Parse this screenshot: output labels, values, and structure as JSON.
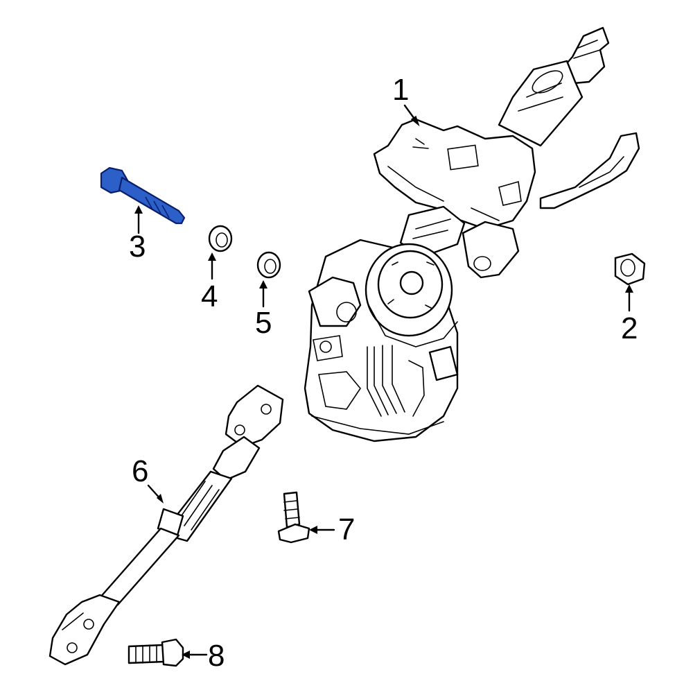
{
  "callouts": [
    {
      "id": "1",
      "label": "1"
    },
    {
      "id": "2",
      "label": "2"
    },
    {
      "id": "3",
      "label": "3"
    },
    {
      "id": "4",
      "label": "4"
    },
    {
      "id": "5",
      "label": "5"
    },
    {
      "id": "6",
      "label": "6"
    },
    {
      "id": "7",
      "label": "7"
    },
    {
      "id": "8",
      "label": "8"
    }
  ],
  "colors": {
    "highlight": "#2d5fc8",
    "line": "#000000",
    "background": "#ffffff"
  }
}
